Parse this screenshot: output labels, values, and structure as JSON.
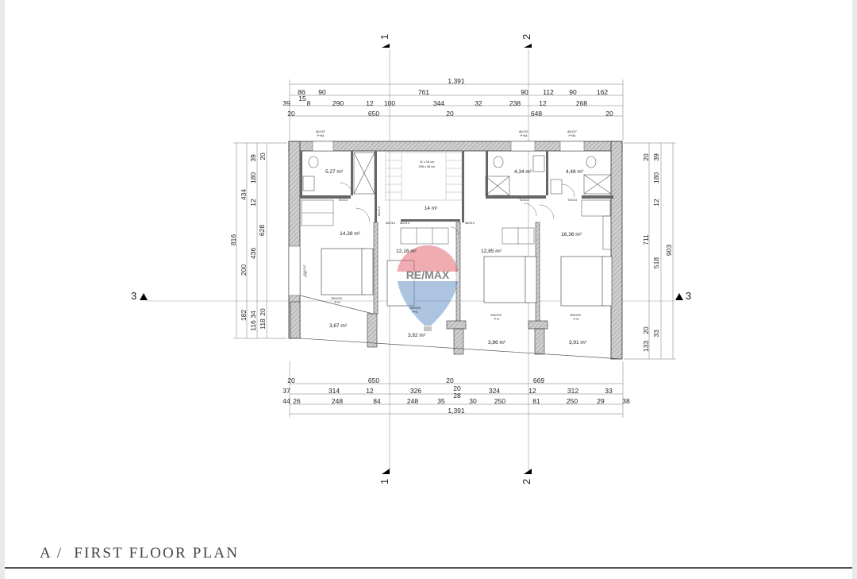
{
  "title": {
    "prefix": "A /",
    "text": "FIRST FLOOR PLAN"
  },
  "watermark": {
    "text": "RE/MAX"
  },
  "section_markers": {
    "top_1": "1",
    "top_2": "2",
    "bottom_1": "1",
    "bottom_2": "2",
    "left_3": "3",
    "right_3": "3"
  },
  "rooms": [
    {
      "id": "bath-1",
      "area": "5,27 m²"
    },
    {
      "id": "hall",
      "area": "14 m²"
    },
    {
      "id": "bath-2",
      "area": "4,34 m²"
    },
    {
      "id": "bath-3",
      "area": "4,48 m²"
    },
    {
      "id": "bedroom-1",
      "area": "14,38 m²"
    },
    {
      "id": "bedroom-2",
      "area": "12,16 m²"
    },
    {
      "id": "bedroom-3",
      "area": "12,85 m²"
    },
    {
      "id": "bedroom-4",
      "area": "16,36 m²"
    },
    {
      "id": "balcony-1",
      "area": "3,87 m²"
    },
    {
      "id": "balcony-2",
      "area": "3,82 m²"
    },
    {
      "id": "balcony-3",
      "area": "3,86 m²"
    },
    {
      "id": "balcony-4",
      "area": "3,91 m²"
    }
  ],
  "stair_labels": [
    "21 x 16 cm",
    "208 x 38 cm"
  ],
  "door_labels": [
    "80/157",
    "P+84",
    "80/157",
    "P+84",
    "80/157",
    "P+84",
    "70/213",
    "80/213",
    "80/213",
    "80/213",
    "80/213",
    "70/213",
    "70/213",
    "210/147",
    "P+0",
    "250/220",
    "P+0",
    "250/220",
    "P+0",
    "250/220",
    "P+0",
    "250/220",
    "P+0"
  ],
  "dims_top": {
    "row1": [
      "1,391"
    ],
    "row2": [
      "86",
      "15",
      "90",
      "761",
      "90",
      "112",
      "90",
      "162"
    ],
    "row3": [
      "39",
      "8",
      "290",
      "12",
      "100",
      "344",
      "32",
      "238",
      "12",
      "268"
    ],
    "row4": [
      "20",
      "650",
      "20",
      "648",
      "20"
    ]
  },
  "dims_bottom": {
    "row1": [
      "20",
      "650",
      "20",
      "669"
    ],
    "row2": [
      "37",
      "314",
      "12",
      "326",
      "20",
      "28",
      "324",
      "12",
      "312",
      "33"
    ],
    "row3": [
      "44",
      "26",
      "248",
      "84",
      "248",
      "35",
      "30",
      "250",
      "81",
      "250",
      "29",
      "38"
    ],
    "row4": [
      "1,391"
    ]
  },
  "dims_left": {
    "outer": [
      "816"
    ],
    "col2": [
      "434",
      "628",
      "436",
      "200",
      "182"
    ],
    "col3": [
      "39",
      "180",
      "12",
      "116",
      "34"
    ],
    "col4": [
      "20",
      "118",
      "20"
    ]
  },
  "dims_right": {
    "col1": [
      "20",
      "39",
      "180",
      "12",
      "711",
      "20",
      "133"
    ],
    "col2": [
      "518",
      "33"
    ],
    "outer": [
      "903"
    ]
  }
}
